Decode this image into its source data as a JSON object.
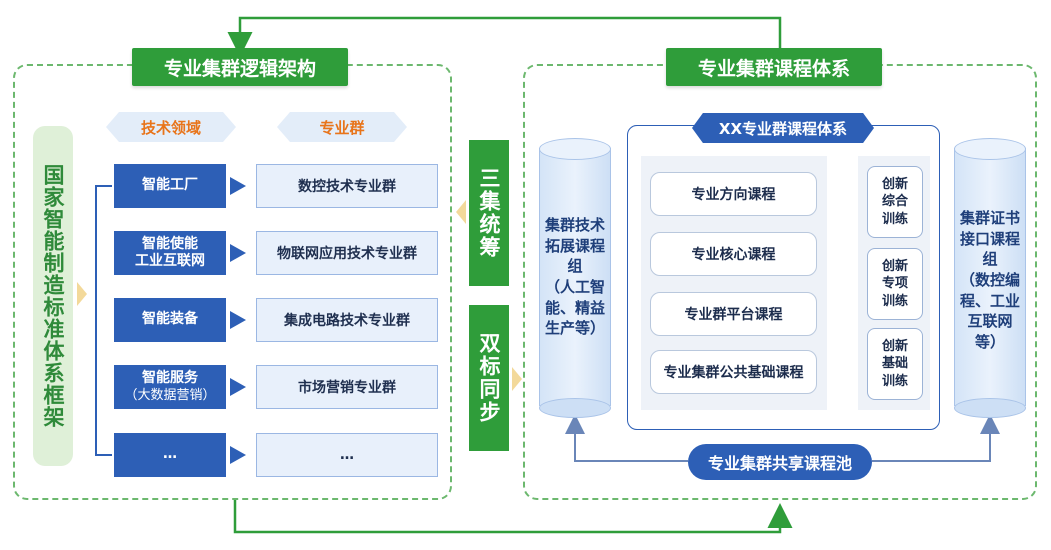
{
  "colors": {
    "green": "#2f9d3a",
    "light_green": "#dff0d8",
    "blue": "#2d5fb6",
    "light_blue": "#e8f0fb",
    "orange": "#e8741a",
    "chevron": "#f3d99a"
  },
  "left_panel": {
    "title": "专业集群逻辑架构",
    "vertical_label": "国家智能制造标准体系框架",
    "header_tech": "技术领域",
    "header_group": "专业群",
    "rows": [
      {
        "tech": [
          "智能工厂"
        ],
        "group": "数控技术专业群"
      },
      {
        "tech": [
          "智能使能",
          "工业互联网"
        ],
        "group": "物联网应用技术专业群"
      },
      {
        "tech": [
          "智能装备"
        ],
        "group": "集成电路技术专业群"
      },
      {
        "tech": [
          "智能服务",
          "（大数据营销）"
        ],
        "group": "市场营销专业群"
      },
      {
        "tech": [
          "…"
        ],
        "group": "…"
      }
    ]
  },
  "middle": {
    "top_label": "三集统筹",
    "bottom_label": "双标同步"
  },
  "right_panel": {
    "title": "专业集群课程体系",
    "left_cylinder": [
      "集群技术",
      "拓展课程",
      "组",
      "（人工智",
      "能、精益",
      "生产等）"
    ],
    "right_cylinder": [
      "集群证书",
      "接口课程",
      "组",
      "（数控编",
      "程、工业",
      "互联网",
      "等）"
    ],
    "inner_title": "XX专业群课程体系",
    "courses": [
      "专业方向课程",
      "专业核心课程",
      "专业群平台课程",
      "专业集群公共基础课程"
    ],
    "trainings": [
      [
        "创新",
        "综合",
        "训练"
      ],
      [
        "创新",
        "专项",
        "训练"
      ],
      [
        "创新",
        "基础",
        "训练"
      ]
    ],
    "pool_label": "专业集群共享课程池"
  }
}
